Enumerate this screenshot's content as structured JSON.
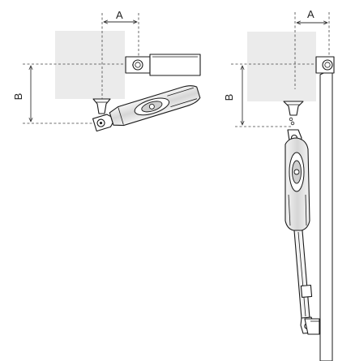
{
  "dimensions": {
    "horizontal_label": "A",
    "vertical_label": "B"
  },
  "colors": {
    "gate_area": "#ebebeb",
    "stroke": "#1a1a1a",
    "dimension_line": "#444444",
    "operator_shading": "#cfcfcf"
  },
  "views": [
    {
      "name": "top-view-closed",
      "icon": "gate-operator-retracted"
    },
    {
      "name": "top-view-open",
      "icon": "gate-operator-extended"
    }
  ]
}
